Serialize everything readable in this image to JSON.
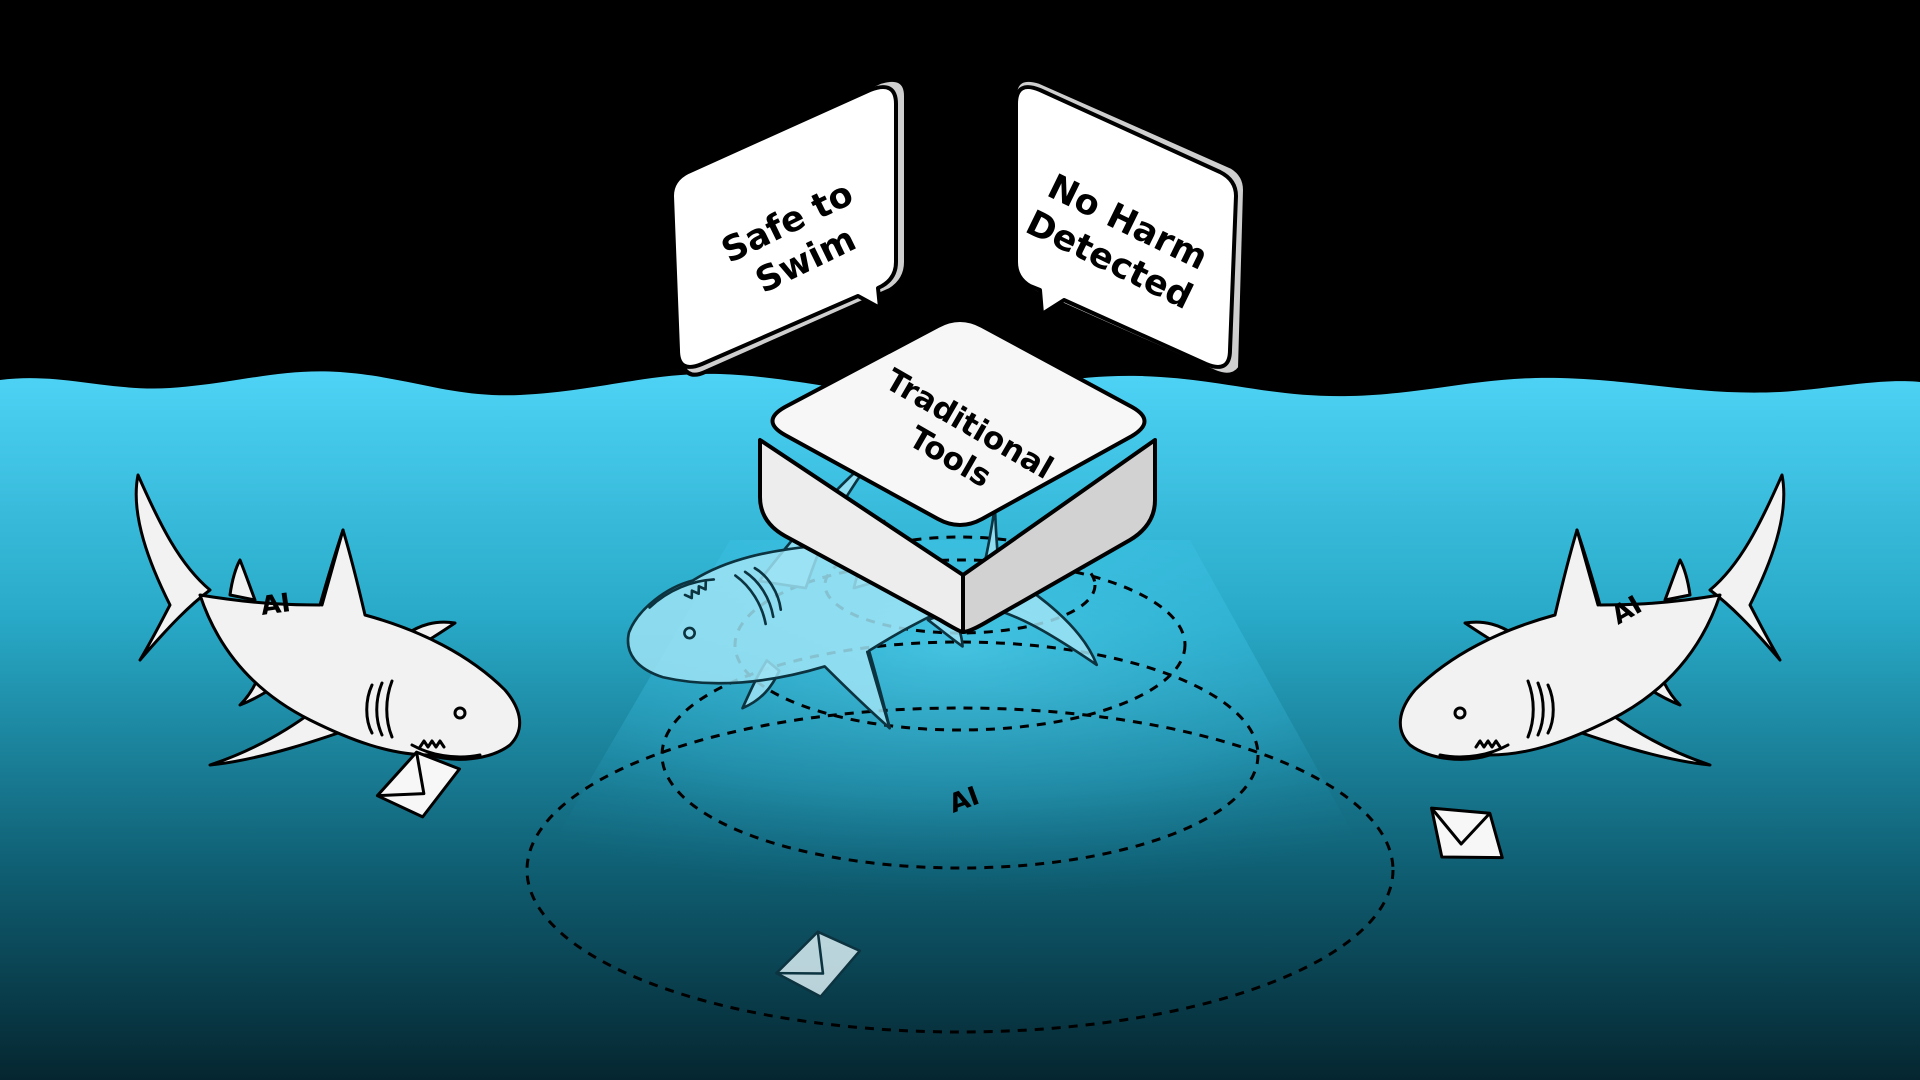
{
  "bubbles": {
    "left": {
      "line1": "Safe to",
      "line2": "Swim"
    },
    "right": {
      "line1": "No Harm",
      "line2": "Detected"
    }
  },
  "tool_box": {
    "line1": "Traditional",
    "line2": "Tools"
  },
  "sharks": {
    "left": {
      "fin_label": "AI"
    },
    "right": {
      "fin_label": "AI"
    },
    "hidden": {
      "fin_label": "AI"
    }
  },
  "colors": {
    "sky": "#000000",
    "water_top": "#4ed3f6",
    "water_bottom": "#052630",
    "shark_fill": "#f2f2f2",
    "hidden_shark_fill": "#9ee3f4",
    "outline": "#000000"
  }
}
